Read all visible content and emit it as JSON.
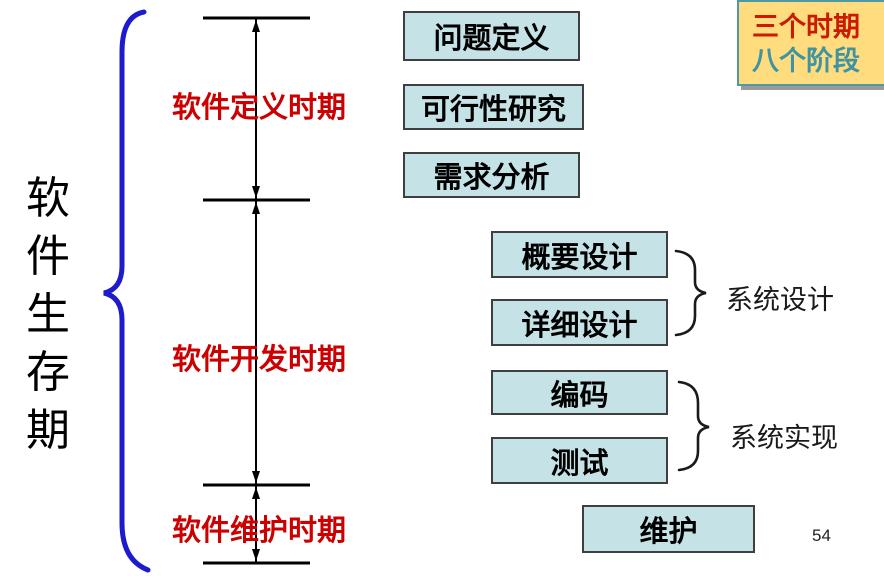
{
  "slide": {
    "vertical_title": "软件生存期",
    "page_number": "54"
  },
  "periods": {
    "definition": "软件定义时期",
    "development": "软件开发时期",
    "maintenance": "软件维护时期"
  },
  "stages": {
    "problem_definition": "问题定义",
    "feasibility_study": "可行性研究",
    "requirements_analysis": "需求分析",
    "preliminary_design": "概要设计",
    "detailed_design": "详细设计",
    "coding": "编码",
    "testing": "测试",
    "maintenance": "维护"
  },
  "groups": {
    "system_design": "系统设计",
    "system_implementation": "系统实现"
  },
  "note_box": {
    "line1": "三个时期",
    "line2": "八个阶段"
  },
  "colors": {
    "stage_box_fill": "#c5e2e6",
    "stage_box_border": "#3f3f3f",
    "period_label_red": "#cc0000",
    "life_brace_blue": "#1c1ccd",
    "note_bg": "#ffdc7e",
    "note_border": "#4e98a8",
    "note_line1_red": "#cc1a00",
    "note_line2_teal": "#3f93a3"
  }
}
